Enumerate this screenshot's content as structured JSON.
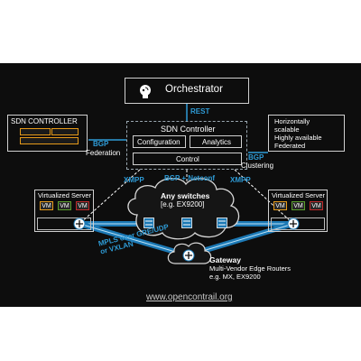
{
  "orchestrator": {
    "label": "Orchestrator"
  },
  "rest_label": "REST",
  "sdn_controller_left": {
    "title": "SDN CONTROLLER"
  },
  "bgp_federation": {
    "bgp": "BGP",
    "text": "Federation"
  },
  "sdn_controller": {
    "title": "SDN Controller",
    "configuration": "Configuration",
    "analytics": "Analytics",
    "control": "Control"
  },
  "features": [
    "Horizontally",
    "scalable",
    "Highly available",
    "Federated"
  ],
  "bgp_clustering": {
    "bgp": "BGP",
    "text": "Clustering"
  },
  "xmpp_left": "XMPP",
  "xmpp_right": "XMPP",
  "bgp_netconf": "BGP + Netconf",
  "switches": {
    "line1": "Any switches",
    "line2": "[e.g. EX9200]"
  },
  "virtualized_server_left": {
    "title": "Virtualized Server",
    "vms": [
      "VM",
      "VM",
      "VM"
    ]
  },
  "virtualized_server_right": {
    "title": "Virtualized Server",
    "vms": [
      "VM",
      "VM",
      "VM"
    ]
  },
  "mpls_label": {
    "line1": "MPLS over GRE/UDP",
    "line2": "or VXLAN"
  },
  "gateway": {
    "title": "Gateway",
    "line1": "Multi-Vendor Edge Routers",
    "line2": "e.g. MX, EX9200"
  },
  "footer_link": "www.opencontrail.org",
  "colors": {
    "background": "#0d0d0d",
    "accent_blue": "#2e9bd6",
    "vm_orange": "#e69a1a",
    "vm_green": "#5aa02c",
    "vm_red": "#c0282a"
  }
}
